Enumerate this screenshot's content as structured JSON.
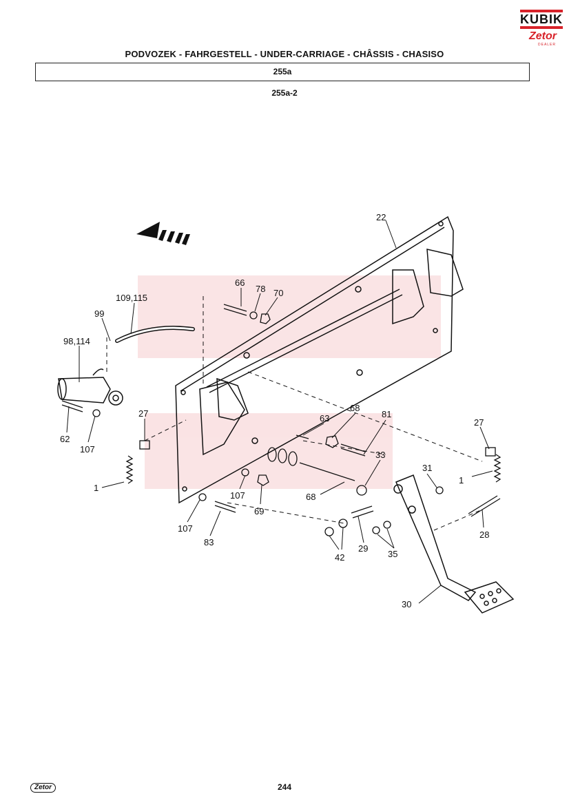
{
  "brand": {
    "kubik": "KUBIK",
    "zetor": "Zetor",
    "dealer": "DEALER"
  },
  "header": {
    "title": "PODVOZEK - FAHRGESTELL - UNDER-CARRIAGE - CHÂSSIS - CHASISO",
    "code": "255a",
    "subcode": "255a-2"
  },
  "callouts": {
    "c22": "22",
    "c66": "66",
    "c78": "78",
    "c70": "70",
    "c109_115": "109,115",
    "c99": "99",
    "c98_114": "98,114",
    "c62": "62",
    "c107a": "107",
    "c27a": "27",
    "c1a": "1",
    "c63": "63",
    "c68a": "68",
    "c81": "81",
    "c33": "33",
    "c68b": "68",
    "c107b": "107",
    "c69": "69",
    "c107c": "107",
    "c83": "83",
    "c27b": "27",
    "c31": "31",
    "c1b": "1",
    "c28": "28",
    "c29": "29",
    "c42": "42",
    "c35": "35",
    "c30": "30"
  },
  "footer": {
    "logo_text": "Zetor",
    "page_number": "244"
  }
}
